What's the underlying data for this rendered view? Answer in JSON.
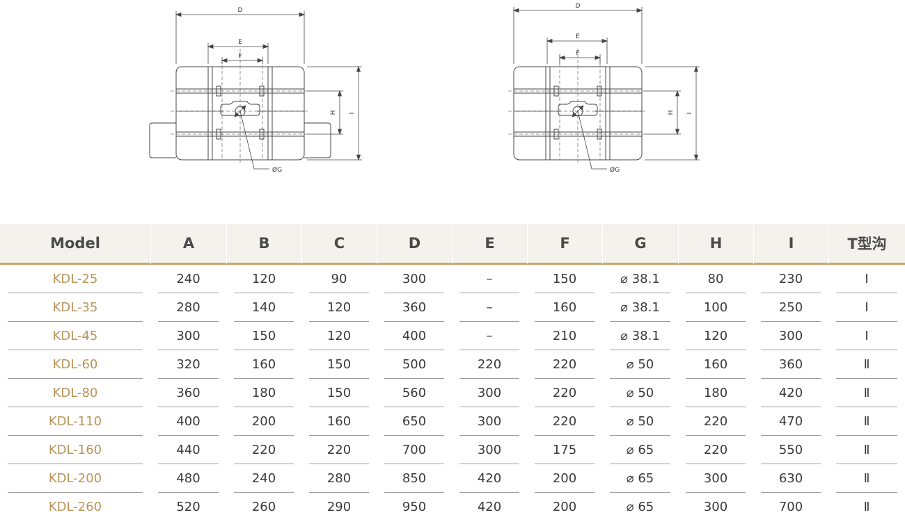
{
  "drawings": {
    "left": {
      "labels": {
        "D": "D",
        "E": "E",
        "F": "F",
        "H": "H",
        "I": "I",
        "G": "ØG"
      }
    },
    "right": {
      "labels": {
        "D": "D",
        "E": "E",
        "F": "F",
        "H": "H",
        "I": "I",
        "G": "ØG"
      }
    }
  },
  "table": {
    "headers": [
      "Model",
      "A",
      "B",
      "C",
      "D",
      "E",
      "F",
      "G",
      "H",
      "I",
      "T型沟"
    ],
    "rows": [
      [
        "KDL-25",
        "240",
        "120",
        "90",
        "300",
        "–",
        "150",
        "⌀ 38.1",
        "80",
        "230",
        "Ⅰ"
      ],
      [
        "KDL-35",
        "280",
        "140",
        "120",
        "360",
        "–",
        "160",
        "⌀ 38.1",
        "100",
        "250",
        "Ⅰ"
      ],
      [
        "KDL-45",
        "300",
        "150",
        "120",
        "400",
        "–",
        "210",
        "⌀ 38.1",
        "120",
        "300",
        "Ⅰ"
      ],
      [
        "KDL-60",
        "320",
        "160",
        "150",
        "500",
        "220",
        "220",
        "⌀ 50",
        "160",
        "360",
        "Ⅱ"
      ],
      [
        "KDL-80",
        "360",
        "180",
        "150",
        "560",
        "300",
        "220",
        "⌀ 50",
        "180",
        "420",
        "Ⅱ"
      ],
      [
        "KDL-110",
        "400",
        "200",
        "160",
        "650",
        "300",
        "220",
        "⌀ 50",
        "220",
        "470",
        "Ⅱ"
      ],
      [
        "KDL-160",
        "440",
        "220",
        "220",
        "700",
        "300",
        "175",
        "⌀ 65",
        "220",
        "550",
        "Ⅱ"
      ],
      [
        "KDL-200",
        "480",
        "240",
        "280",
        "850",
        "420",
        "200",
        "⌀ 65",
        "300",
        "630",
        "Ⅱ"
      ],
      [
        "KDL-260",
        "520",
        "260",
        "290",
        "950",
        "420",
        "200",
        "⌀ 65",
        "300",
        "700",
        "Ⅱ"
      ]
    ]
  }
}
